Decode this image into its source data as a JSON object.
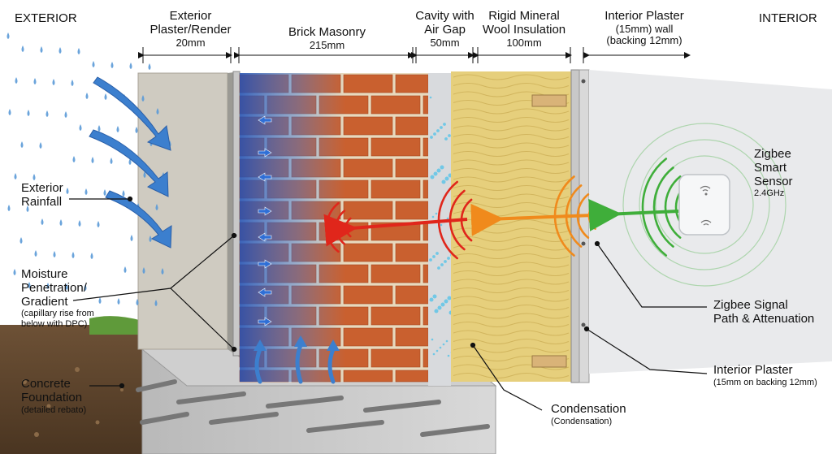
{
  "side_labels": {
    "exterior": "EXTERIOR",
    "interior": "INTERIOR"
  },
  "layers": [
    {
      "name_line1": "Exterior",
      "name_line2": "Plaster/Render",
      "thickness": "20mm"
    },
    {
      "name_line1": "Brick Masonry",
      "name_line2": "",
      "thickness": "215mm"
    },
    {
      "name_line1": "Cavity with",
      "name_line2": "Air Gap",
      "thickness": "50mm"
    },
    {
      "name_line1": "Rigid Mineral",
      "name_line2": "Wool Insulation",
      "thickness": "100mm"
    },
    {
      "name_line1": "Interior Plaster",
      "name_line2": "(15mm) wall",
      "thickness": "(backing 12mm)"
    }
  ],
  "callouts": {
    "rainfall": {
      "line1": "Exterior",
      "line2": "Rainfall"
    },
    "moisture": {
      "line1": "Moisture",
      "line2": "Penetration/",
      "line3": "Gradient",
      "note1": "(capillary rise from",
      "note2": "below with DPC)"
    },
    "foundation": {
      "line1": "Concrete",
      "line2": "Foundation",
      "note": "(detailed rebato)"
    },
    "condensation": {
      "line1": "Condensation",
      "note": "(Condensation)"
    },
    "signal": {
      "line1": "Zigbee Signal",
      "line2": "Path & Attenuation"
    },
    "interior_plaster": {
      "line1": "Interior Plaster",
      "note": "(15mm on backing 12mm)"
    },
    "sensor": {
      "line1": "Zigbee",
      "line2": "Smart",
      "line3": "Sensor",
      "note": "2.4GHz"
    }
  },
  "colors": {
    "brick": "#c9602f",
    "mortar": "#e8d9bd",
    "render": "#cfcbc1",
    "insulation": "#e6cf7c",
    "plaster": "#e9eaec",
    "moisture": "#2f6fd6",
    "signal_green": "#3fae3a",
    "signal_orange": "#f08a1c",
    "signal_red": "#e0261b"
  },
  "icons": [
    "rain-drop-icon",
    "signal-wave-icon",
    "sensor-wifi-icon",
    "moisture-arrow-icon"
  ]
}
